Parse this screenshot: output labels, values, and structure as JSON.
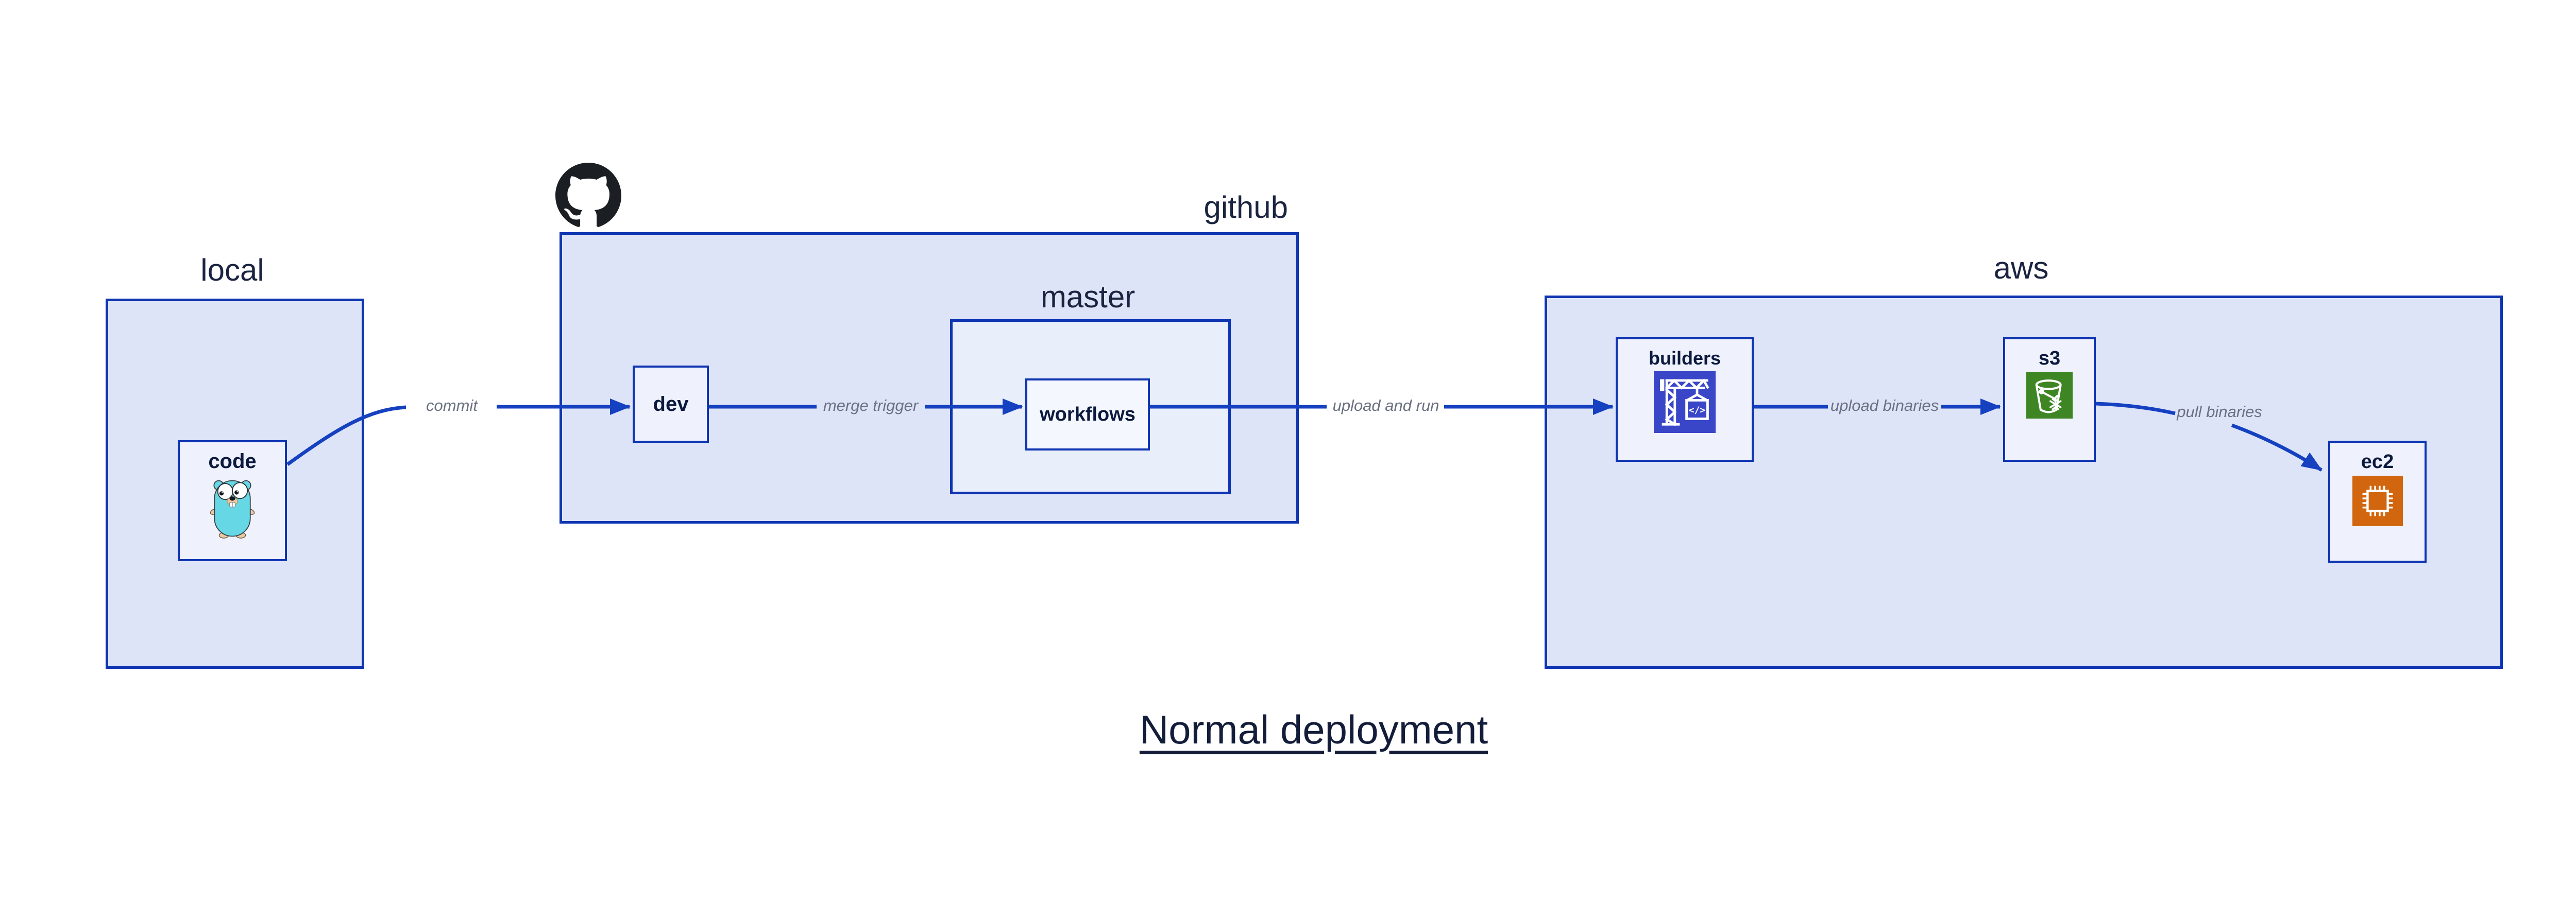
{
  "title": {
    "text": "Normal deployment"
  },
  "groups": {
    "local": {
      "label": "local"
    },
    "github": {
      "label": "github"
    },
    "master": {
      "label": "master"
    },
    "aws": {
      "label": "aws"
    }
  },
  "nodes": {
    "code": {
      "label": "code",
      "icon": "go-gopher-icon"
    },
    "dev": {
      "label": "dev"
    },
    "workflows": {
      "label": "workflows"
    },
    "builders": {
      "label": "builders",
      "icon": "crane-icon",
      "icon_text": "</>"
    },
    "s3": {
      "label": "s3",
      "icon": "bucket-icon"
    },
    "ec2": {
      "label": "ec2",
      "icon": "chip-icon"
    }
  },
  "edges": [
    {
      "from": "code",
      "to": "dev",
      "label": "commit"
    },
    {
      "from": "dev",
      "to": "workflows",
      "label": "merge trigger"
    },
    {
      "from": "workflows",
      "to": "builders",
      "label": "upload and run"
    },
    {
      "from": "builders",
      "to": "s3",
      "label": "upload binaries"
    },
    {
      "from": "s3",
      "to": "ec2",
      "label": "pull binaries"
    }
  ],
  "colors": {
    "container_fill": "#dee4f8",
    "master_fill": "#e9eefb",
    "node_fill": "#eff2fc",
    "border_blue": "#0f35b3",
    "arrow_blue": "#1541c1",
    "edge_label_gray": "#6a7180",
    "text_navy": "#0c1a3e",
    "github_mark": "#1b1f23",
    "gopher_teal": "#66d7e5",
    "builders_icon_bg": "#3a46c8",
    "s3_icon_bg": "#3e8624",
    "ec2_icon_bg": "#d2660f"
  }
}
